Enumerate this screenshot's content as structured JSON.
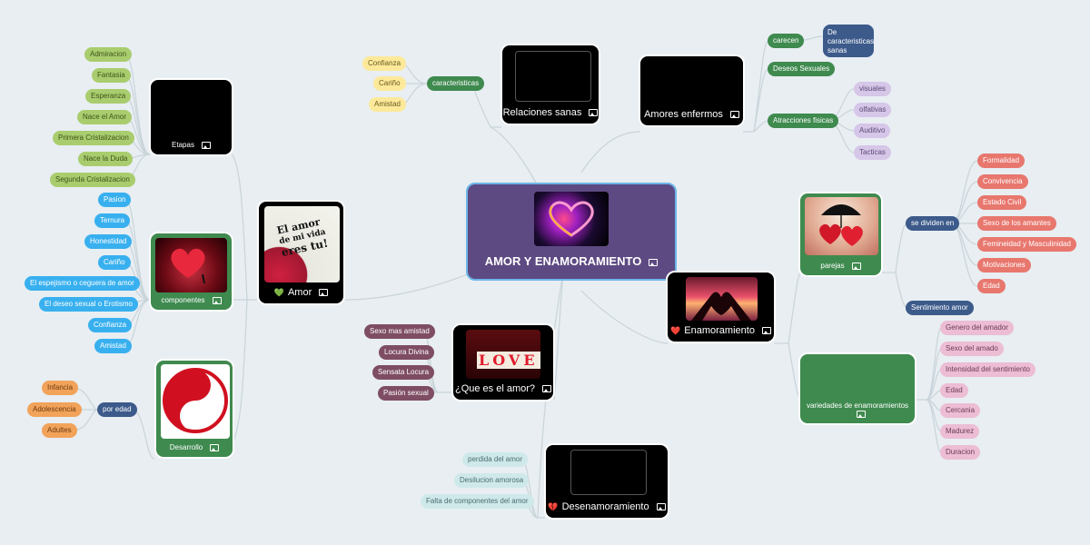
{
  "central": {
    "title": "AMOR Y ENAMORAMIENTO"
  },
  "relaciones": {
    "title": "Relaciones sanas",
    "sub": "caracteristicas",
    "items": [
      "Confianza",
      "Cariño",
      "Amistad"
    ]
  },
  "enfermos": {
    "title": "Amores enfermos",
    "carecen": "carecen",
    "carecen_child": "De  caracteristicas sanas",
    "deseos": "Deseos Sexuales",
    "atracciones": "Atracciones fisicas",
    "atr_items": [
      "visuales",
      "olfativas",
      "Auditivo",
      "Tacticas"
    ]
  },
  "etapas": {
    "title": "Etapas",
    "items": [
      "Admiracion",
      "Fantasia",
      "Esperanza",
      "Nace el Amor",
      "Primera Cristalizacion",
      "Nace la Duda",
      "Segunda Cristalizacion"
    ]
  },
  "componentes": {
    "title": "componentes",
    "items": [
      "Pasion",
      "Ternura",
      "Honestidad",
      "Cariño",
      "El espejismo o ceguera de amor",
      "El deseo sexual o Erotismo",
      "Confianza",
      "Amistad"
    ]
  },
  "amor": {
    "title": "Amor",
    "heart": "💚",
    "card_lines": [
      "El amor",
      "de mi vida",
      "eres tu!"
    ]
  },
  "desarrollo": {
    "title": "Desarrollo",
    "sub": "por edad",
    "items": [
      "Infancia",
      "Adolescencia",
      "Adultes"
    ]
  },
  "quees": {
    "title": "¿Que es el amor?",
    "love": "LOVE",
    "items": [
      "Sexo mas amistad",
      "Locura Divina",
      "Sensata Locura",
      "Pasión sexual"
    ]
  },
  "desenamoramiento": {
    "title": "Desenamoramiento",
    "heart": "💔",
    "items": [
      "perdida del amor",
      "Desilucion amorosa",
      "Falta de componentes del amor"
    ]
  },
  "enamoramiento": {
    "title": "Enamoramiento",
    "heart": "❤️"
  },
  "parejas": {
    "title": "parejas",
    "sub1": "se dividen en",
    "sub2": "Sentimiento amor",
    "items": [
      "Formalidad",
      "Convivencia",
      "Estado Civil",
      "Sexo de los amantes",
      "Femineidad y Masculinidad",
      "Motivaciones",
      "Edad"
    ]
  },
  "variedades": {
    "title": "variedades de enamoramientos",
    "items": [
      "Genero del amador",
      "Sexo del amado",
      "Intensidad del  sentimiento",
      "Edad",
      "Cercania",
      "Madurez",
      "Duracion"
    ]
  },
  "colors": {
    "central": "#5d4a82",
    "green": "#3f8a4f",
    "blue": "#38b0ef",
    "yellow": "#fde99a",
    "salmon": "#e8776e"
  }
}
